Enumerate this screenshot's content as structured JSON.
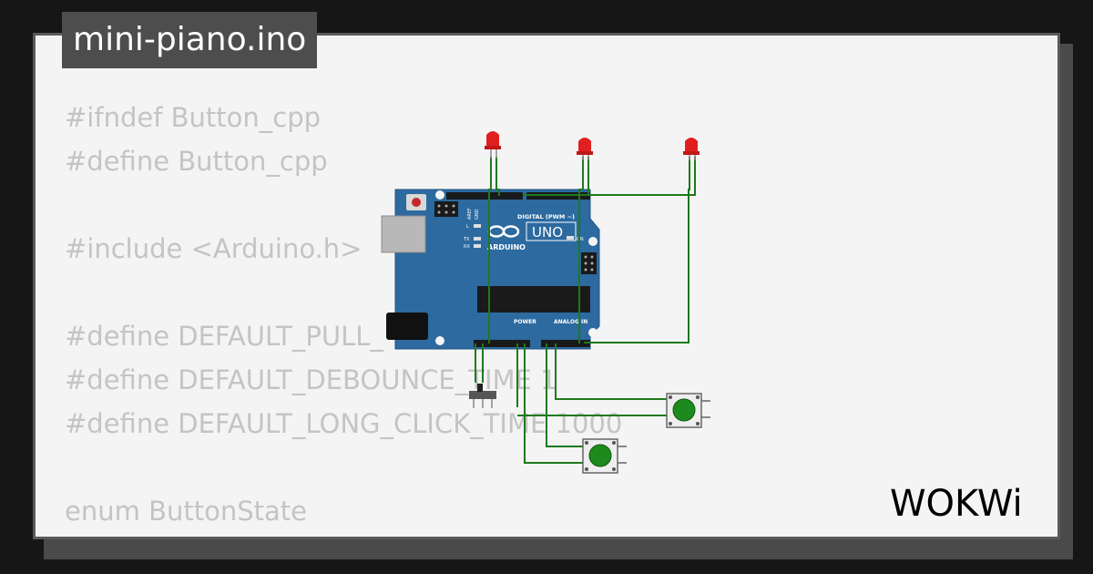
{
  "window": {
    "filename": "mini-piano.ino"
  },
  "code_lines": [
    "#ifndef Button_cpp",
    "#define Button_cpp",
    "",
    "#include <Arduino.h>",
    "",
    "#define DEFAULT_PULL_",
    "#define DEFAULT_DEBOUNCE_TIME 1",
    "#define DEFAULT_LONG_CLICK_TIME 1000",
    "",
    "enum ButtonState",
    "{"
  ],
  "board": {
    "model": "UNO",
    "brand": "ARDUINO",
    "digital_label": "DIGITAL (PWM ~)",
    "power_label": "POWER",
    "analog_label": "ANALOG IN",
    "on_label": "ON",
    "led_l_label": "L",
    "tx_label": "TX",
    "rx_label": "RX",
    "aref_label": "AREF",
    "gnd_label": "GND"
  },
  "brand_logo": "WOKWi",
  "colors": {
    "board": "#2c6aa0",
    "wire": "#1e7a1e",
    "led": "#e02020",
    "button_cap": "#1c8a1c",
    "code_text": "#c4c4c4",
    "title_bg": "#4d4d4d"
  }
}
